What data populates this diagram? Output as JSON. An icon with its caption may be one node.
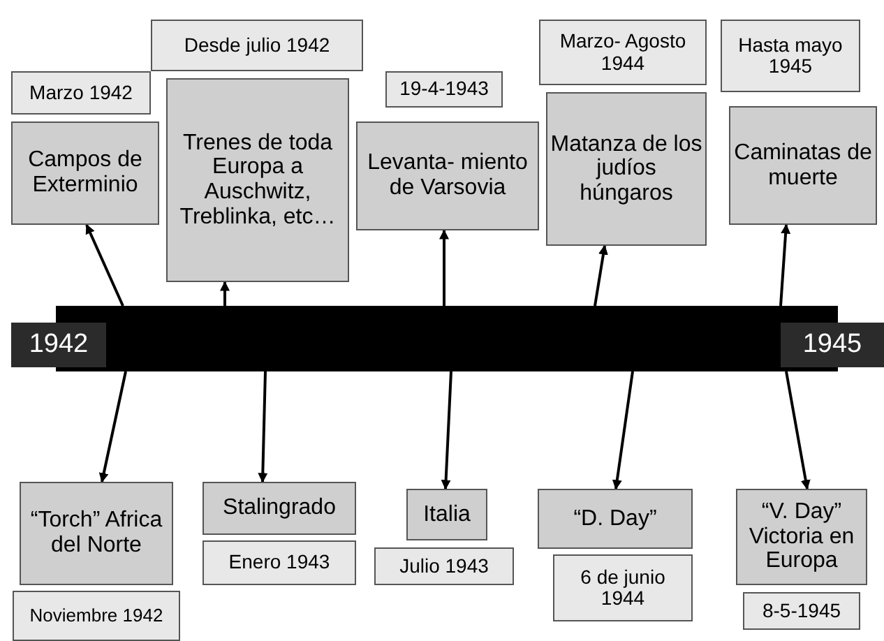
{
  "diagram": {
    "nodes": [
      {
        "text": [],
        "shape": "bar"
      },
      {
        "text": [
          "1942"
        ]
      },
      {
        "text": [
          "1945"
        ]
      },
      {
        "text": [
          "Marzo 1942"
        ]
      },
      {
        "text": [
          "Campos de Exterminio"
        ]
      },
      {
        "text": [
          "Desde julio 1942"
        ]
      },
      {
        "text": [
          "Trenes de toda Europa a Auschwitz, Treblinka, etc…"
        ]
      },
      {
        "text": [
          "19-4-1943"
        ]
      },
      {
        "text": [
          "Levanta- miento de Varsovia"
        ]
      },
      {
        "text": [
          "Marzo- Agosto 1944"
        ]
      },
      {
        "text": [
          "Matanza de los judíos húngaros"
        ]
      },
      {
        "text": [
          "Hasta mayo 1945"
        ]
      },
      {
        "text": [
          "Caminatas de muerte"
        ]
      },
      {
        "text": [
          "“Torch” Africa del Norte"
        ]
      },
      {
        "text": [
          "Noviembre 1942"
        ]
      },
      {
        "text": [
          "Stalingrado"
        ]
      },
      {
        "text": [
          "Enero 1943"
        ]
      },
      {
        "text": [
          "Italia"
        ]
      },
      {
        "text": [
          "Julio 1943"
        ]
      },
      {
        "text": [
          "“D. Day”"
        ]
      },
      {
        "text": [
          "6 de junio 1944"
        ]
      },
      {
        "text": [
          "“V. Day” Victoria en Europa"
        ]
      },
      {
        "text": [
          "8-5-1945"
        ]
      }
    ],
    "edges": [
      {
        "from": 0,
        "to": 4,
        "arrow": "to"
      },
      {
        "from": 0,
        "to": 6,
        "arrow": "to"
      },
      {
        "from": 0,
        "to": 8,
        "arrow": "to"
      },
      {
        "from": 0,
        "to": 10,
        "arrow": "to"
      },
      {
        "from": 0,
        "to": 12,
        "arrow": "to"
      },
      {
        "from": 0,
        "to": 13,
        "arrow": "to"
      },
      {
        "from": 0,
        "to": 15,
        "arrow": "to"
      },
      {
        "from": 0,
        "to": 17,
        "arrow": "to"
      },
      {
        "from": 0,
        "to": 19,
        "arrow": "to"
      },
      {
        "from": 0,
        "to": 21,
        "arrow": "to"
      }
    ]
  }
}
